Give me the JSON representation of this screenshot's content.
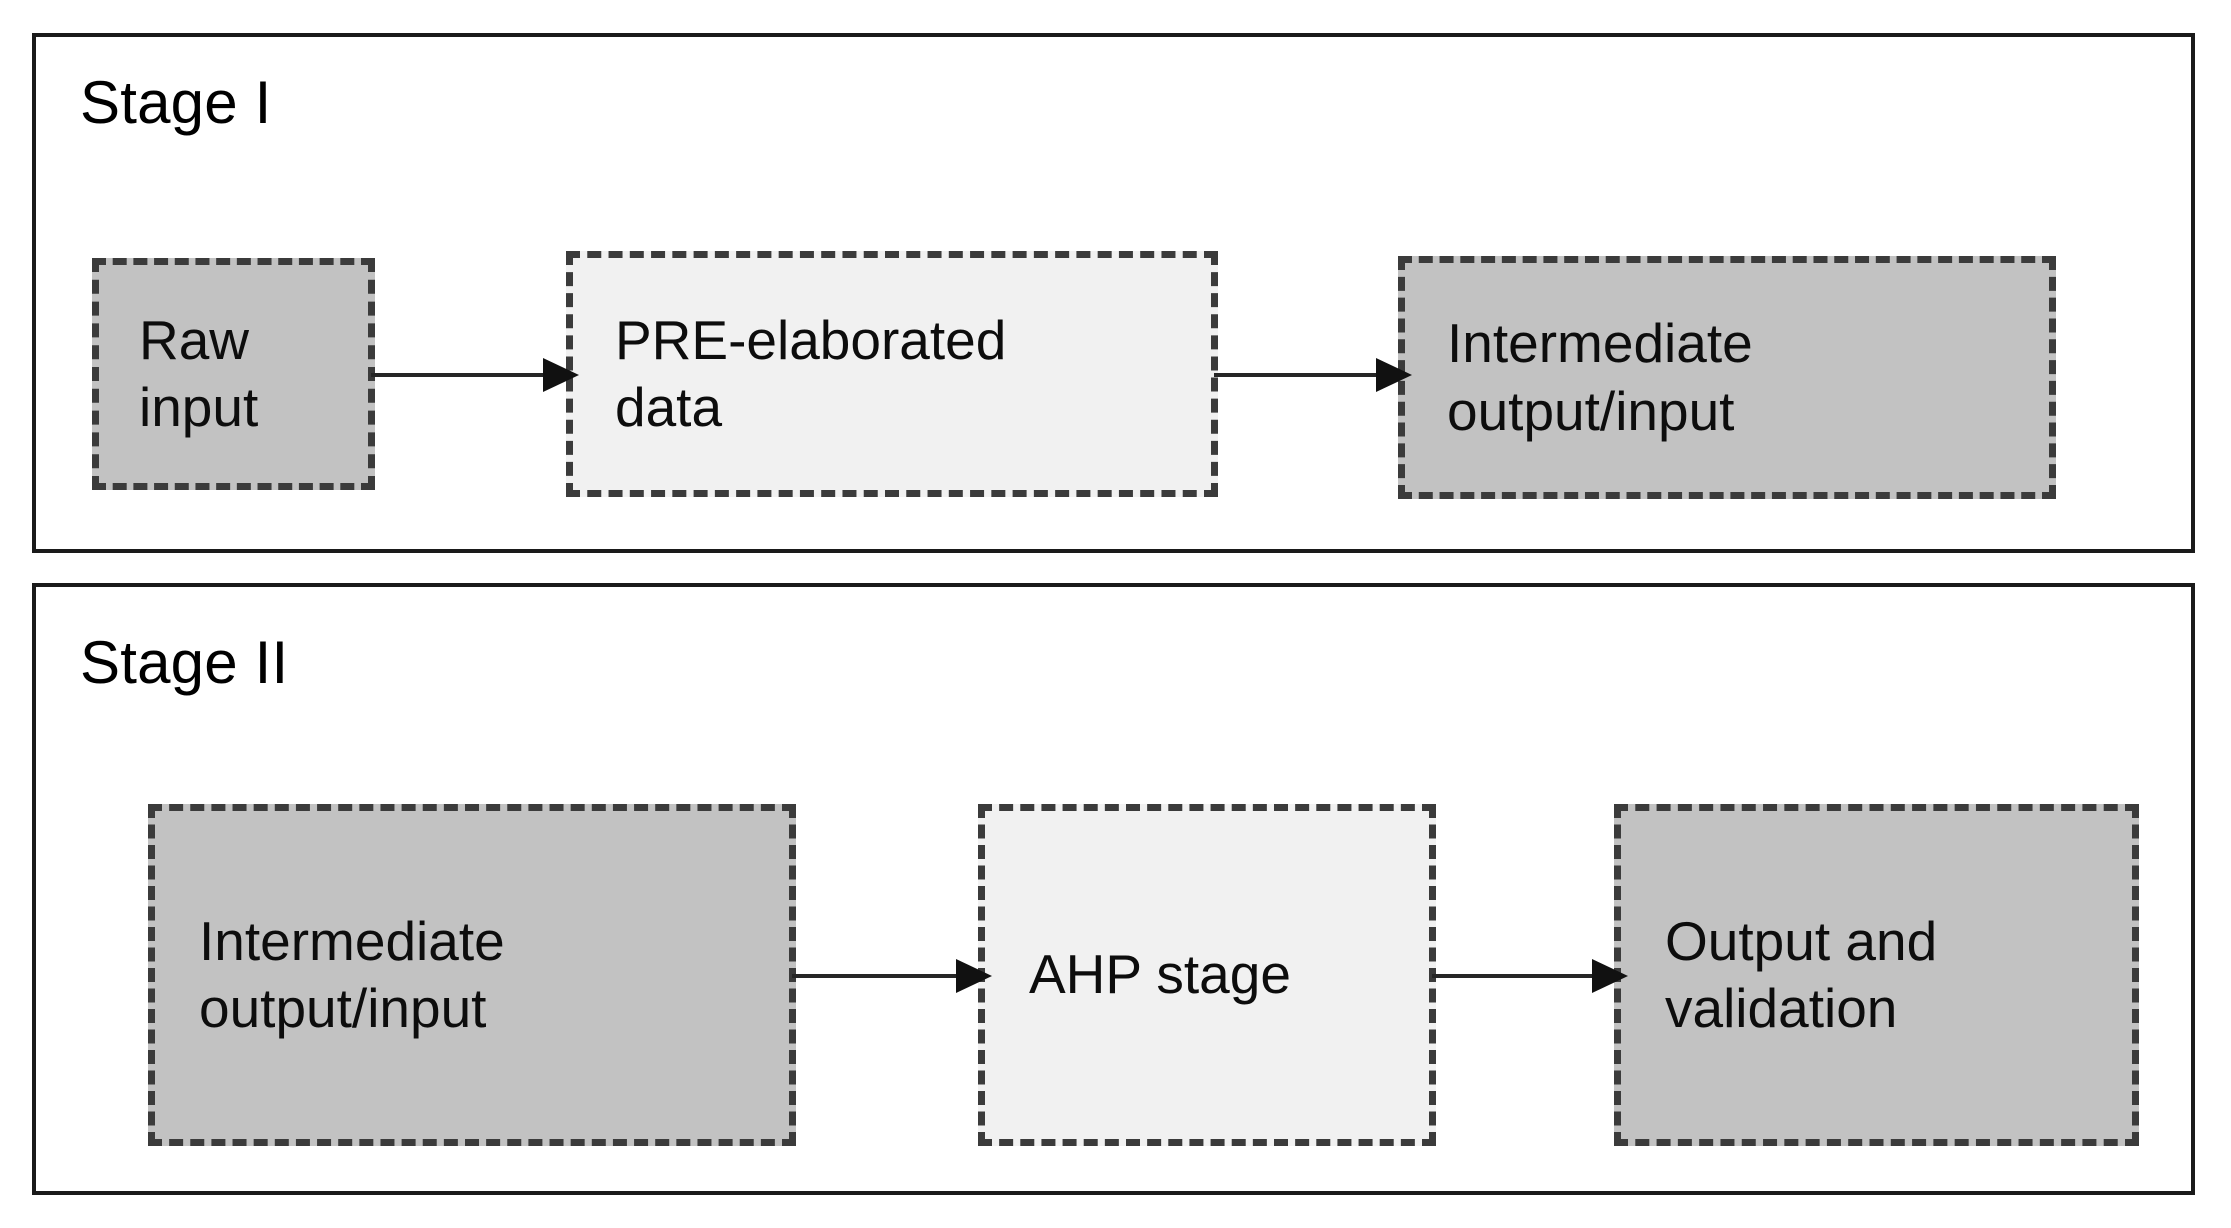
{
  "diagram": {
    "type": "two-stage-process-flow",
    "stages": [
      {
        "id": "stage-1",
        "title": "Stage I",
        "nodes": [
          {
            "id": "raw-input",
            "label": "Raw\ninput",
            "fill": "#c2c2c2",
            "border_style": "dashed",
            "border_color": "#3b3b3b"
          },
          {
            "id": "pre-elaborated",
            "label": "PRE-elaborated\ndata",
            "fill": "#f1f1f1",
            "border_style": "dashed",
            "border_color": "#3b3b3b"
          },
          {
            "id": "intermediate-1",
            "label": "Intermediate\noutput/input",
            "fill": "#c2c2c2",
            "border_style": "dashed",
            "border_color": "#3b3b3b"
          }
        ],
        "connectors": [
          {
            "id": "raw-to-pre",
            "from": "raw-input",
            "to": "pre-elaborated",
            "kind": "arrow-right"
          },
          {
            "id": "pre-to-inter",
            "from": "pre-elaborated",
            "to": "intermediate-1",
            "kind": "arrow-right"
          }
        ]
      },
      {
        "id": "stage-2",
        "title": "Stage II",
        "nodes": [
          {
            "id": "intermediate-2",
            "label": "Intermediate\noutput/input",
            "fill": "#c2c2c2",
            "border_style": "dashed",
            "border_color": "#3b3b3b"
          },
          {
            "id": "ahp-stage",
            "label": "AHP stage",
            "fill": "#f1f1f1",
            "border_style": "dashed",
            "border_color": "#3b3b3b"
          },
          {
            "id": "output",
            "label": "Output and\nvalidation",
            "fill": "#c2c2c2",
            "border_style": "dashed",
            "border_color": "#3b3b3b"
          }
        ],
        "connectors": [
          {
            "id": "inter2-to-ahp",
            "from": "intermediate-2",
            "to": "ahp-stage",
            "kind": "arrow-right"
          },
          {
            "id": "ahp-to-output",
            "from": "ahp-stage",
            "to": "output",
            "kind": "arrow-right"
          }
        ]
      }
    ],
    "labels": {
      "stage_1_title": "Stage I",
      "stage_2_title": "Stage II",
      "raw_input_line_1": "Raw",
      "raw_input_line_2": "input",
      "pre_elaborated_line_1": "PRE-elaborated",
      "pre_elaborated_line_2": "data",
      "intermediate_1_line_1": "Intermediate",
      "intermediate_1_line_2": "output/input",
      "intermediate_2_line_1": "Intermediate",
      "intermediate_2_line_2": "output/input",
      "ahp_stage_line_1": "AHP stage",
      "output_line_1": "Output and",
      "output_line_2": "validation"
    },
    "colors": {
      "page_background": "#ffffff",
      "container_border": "#1a1a1a",
      "node_border": "#3b3b3b",
      "node_fill_dark": "#c2c2c2",
      "node_fill_light": "#f1f1f1",
      "text": "#0d0d0d",
      "arrow": "#262626"
    }
  }
}
